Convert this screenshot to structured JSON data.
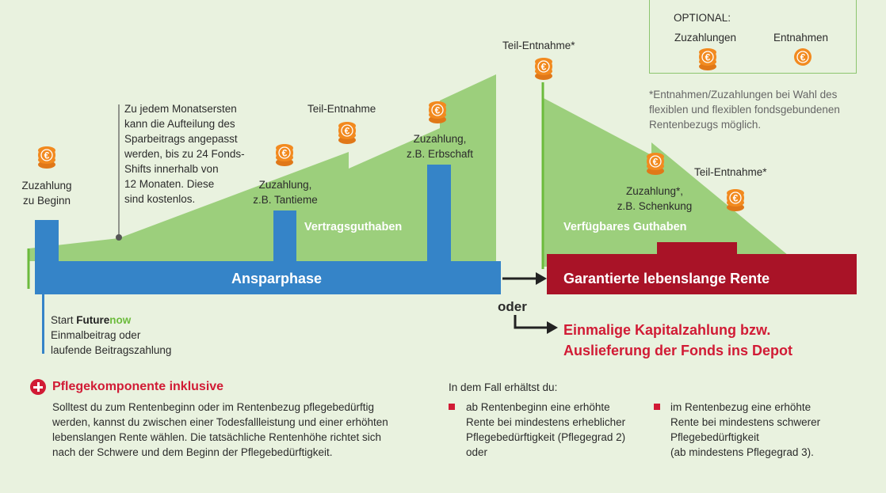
{
  "optional": {
    "heading": "OPTIONAL:",
    "deposits_label": "Zuzahlungen",
    "withdrawals_label": "Entnahmen",
    "footnote": [
      "*Entnahmen/Zuzahlungen bei Wahl des",
      "flexiblen und flexiblen fondsgebundenen",
      "Rentenbezugs möglich."
    ]
  },
  "savings_phase": {
    "label": "Ansparphase",
    "balance_label": "Vertragsguthaben",
    "initial_payment": [
      "Zuzahlung",
      "zu Beginn"
    ],
    "monthly_note": [
      "Zu jedem Monatsersten",
      "kann die Aufteilung des",
      "Sparbeitrags angepasst",
      "werden, bis zu 24 Fonds-",
      "Shifts innerhalb von",
      "12 Monaten. Diese",
      "sind kostenlos."
    ],
    "bonus_payment": [
      "Zuzahlung,",
      "z.B. Tantieme"
    ],
    "partial_withdrawal": "Teil-Entnahme",
    "inheritance_payment": [
      "Zuzahlung,",
      "z.B. Erbschaft"
    ],
    "start": {
      "prefix": "Start ",
      "brand_main": "Future",
      "brand_accent": "now",
      "lines": [
        "Einmalbeitrag oder",
        "laufende Beitragszahlung"
      ]
    }
  },
  "payout_phase": {
    "partial_withdrawal_top": "Teil-Entnahme*",
    "available_label": "Verfügbares Guthaben",
    "gift_payment": [
      "Zuzahlung*,",
      "z.B. Schenkung"
    ],
    "partial_withdrawal_right": "Teil-Entnahme*",
    "annuity_label": "Garantierte lebenslange Rente",
    "or_label": "oder",
    "lump_sum": [
      "Einmalige Kapitalzahlung bzw.",
      "Auslieferung der Fonds ins Depot"
    ]
  },
  "care": {
    "title": "Pflegekomponente inklusive",
    "body": [
      "Solltest du zum Rentenbeginn oder im Rentenbezug pflegebedürftig",
      "werden, kannst du zwischen einer Todesfallleistung und einer erhöhten",
      "lebenslangen Rente wählen. Die tatsächliche Rentenhöhe richtet sich",
      "nach der Schwere und dem Beginn der Pflegebedürftigkeit."
    ],
    "case_intro": "In dem Fall erhältst du:",
    "case_1": [
      "ab Rentenbeginn eine erhöhte",
      "Rente bei mindestens erheblicher",
      "Pflegebedürftigkeit (Pflegegrad 2)",
      "oder"
    ],
    "case_2": [
      "im Rentenbezug eine erhöhte",
      "Rente bei mindestens schwerer",
      "Pflegebedürftigkeit",
      "(ab mindestens Pflegegrad 3)."
    ]
  },
  "colors": {
    "background": "#e9f2df",
    "green_area": "#9ccf7c",
    "green_line": "#6cbb3c",
    "blue": "#3584c8",
    "red": "#a91327",
    "red_text": "#d11b35",
    "coin": "#f28a1f"
  }
}
